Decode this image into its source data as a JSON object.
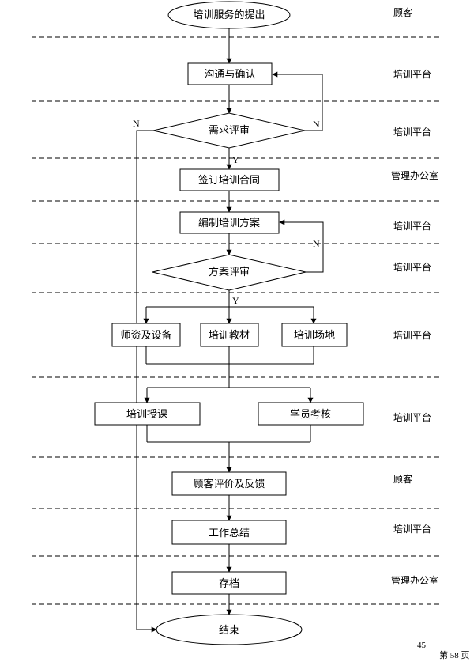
{
  "nodes": {
    "start": "培训服务的提出",
    "communicate": "沟通与确认",
    "demand_review": "需求评审",
    "contract": "签订培训合同",
    "plan": "编制培训方案",
    "plan_review": "方案评审",
    "teachers": "师资及设备",
    "materials": "培训教材",
    "venue": "培训场地",
    "teaching": "培训授课",
    "assessment": "学员考核",
    "feedback": "顾客评价及反馈",
    "summary": "工作总结",
    "archive": "存档",
    "end": "结束"
  },
  "roles": [
    "顾客",
    "培训平台",
    "培训平台",
    "管理办公室",
    "培训平台",
    "培训平台",
    "培训平台",
    "培训平台",
    "顾客",
    "培训平台",
    "管理办公室"
  ],
  "flags": {
    "no": "N",
    "yes": "Y"
  },
  "footer": {
    "page_number": "45",
    "page_label": "第 58 页"
  }
}
